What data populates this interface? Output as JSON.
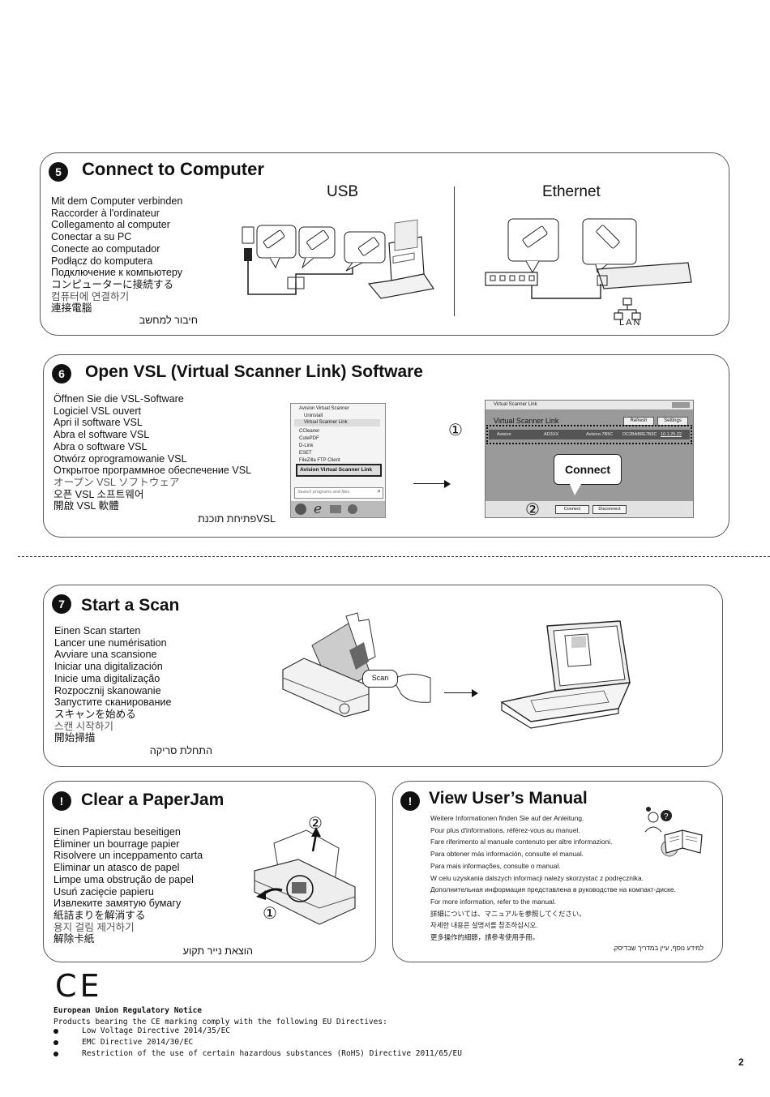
{
  "connect": {
    "badge": "5",
    "title": "Connect to Computer",
    "usb_label": "USB",
    "ethernet_label": "Ethernet",
    "lan_label": "LAN",
    "lines": [
      "Mit dem Computer verbinden",
      "Raccorder à l'ordinateur",
      "Collegamento al computer",
      "Conectar a su PC",
      "Conecte ao computador",
      "Podłącz do komputera",
      "Подключение к компьютеру",
      "コンピューターに接続する",
      "컴퓨터에 연결하기",
      "連接電腦"
    ],
    "hebrew": "חיבור למחשב"
  },
  "vsl": {
    "badge": "6",
    "title": "Open VSL (Virtual Scanner Link) Software",
    "lines": [
      "Öffnen Sie die VSL-Software",
      "Logiciel VSL ouvert",
      "Apri il software VSL",
      "Abra el software VSL",
      "Abra o software VSL",
      "Otwórz oprogramowanie VSL",
      "Открытое программное обеспечение VSL",
      "オープン VSL ソフトウェア",
      "오픈 VSL 소프트웨어",
      "開啟 VSL 軟體"
    ],
    "hebrew": "VSLפתיחת תוכנת",
    "menu": {
      "items": [
        "Avision Virtual Scanner",
        "Uninstall",
        "Virtual Scanner Link",
        "CCleaner",
        "CutePDF",
        "D-Link",
        "ESET",
        "FileZilla FTP Client"
      ],
      "highlight": "Avision Virtual Scanner Link",
      "search_placeholder": "Search programs and files"
    },
    "window": {
      "titlebar": "Virtual Scanner Link",
      "heading": "Virtual Scanner Link",
      "refresh": "Refresh",
      "settings": "Settings",
      "row": [
        "Avision",
        "AD3XX",
        "Avision-7B5C",
        "DC2BAB8E7B5C",
        "10.1.25.22"
      ],
      "connect_bubble": "Connect",
      "connect_btn": "Connect",
      "disconnect_btn": "Disconnect"
    },
    "step1": "①",
    "step2": "②"
  },
  "scan": {
    "badge": "7",
    "title": "Start a Scan",
    "lines": [
      "Einen Scan starten",
      "Lancer une numérisation",
      "Avviare una scansione",
      "Iniciar una digitalización",
      "Inicie uma digitalização",
      "Rozpocznij skanowanie",
      "Запустите сканирование",
      "スキャンを始める",
      "스캔 시작하기",
      "開始掃描"
    ],
    "hebrew": "התחלת סריקה",
    "scan_button": "Scan"
  },
  "jam": {
    "badge": "!",
    "title": "Clear a PaperJam",
    "lines": [
      "Einen Papierstau beseitigen",
      "Éliminer un bourrage papier",
      "Risolvere un inceppamento carta",
      "Eliminar un atasco de papel",
      "Limpe uma obstrução de papel",
      "Usuń zacięcie papieru",
      "Извлеките замятую бумагу",
      "紙詰まりを解消する",
      "용지 걸림 제거하기",
      "解除卡紙"
    ],
    "hebrew": "הוצאת נייר תקוע",
    "step1": "①",
    "step2": "②"
  },
  "manual": {
    "badge": "!",
    "title": "View User’s Manual",
    "lines": [
      "Weitere Informationen finden Sie auf der Anleitung.",
      "Pour plus d'informations, référez-vous au manuel.",
      "Fare riferimento al manuale contenuto per altre informazioni.",
      "Para obtener más información, consulte el manual.",
      "Para mais informações, consulte o manual.",
      "W celu uzyskania dalszych informacji należy skorzystać z podręcznika.",
      "Дополнительная информация представлена в руководстве на компакт-диске.",
      "For more information, refer to the manual.",
      "詳細については、マニュアルを参照してください。",
      "자세한 내용은 설명서를 참조하십시오.",
      "更多操作的細節，請參考使用手冊。"
    ],
    "hebrew": "למידע נוסף, עיין במדריך שבדיסק."
  },
  "eu": {
    "title": "European Union Regulatory Notice",
    "intro": "Products bearing the CE marking comply with the following EU Directives:",
    "items": [
      "Low Voltage Directive 2014/35/EC",
      "EMC Directive 2014/30/EC",
      "Restriction of the use of certain hazardous substances (RoHS) Directive 2011/65/EU"
    ]
  },
  "page_number": "2"
}
